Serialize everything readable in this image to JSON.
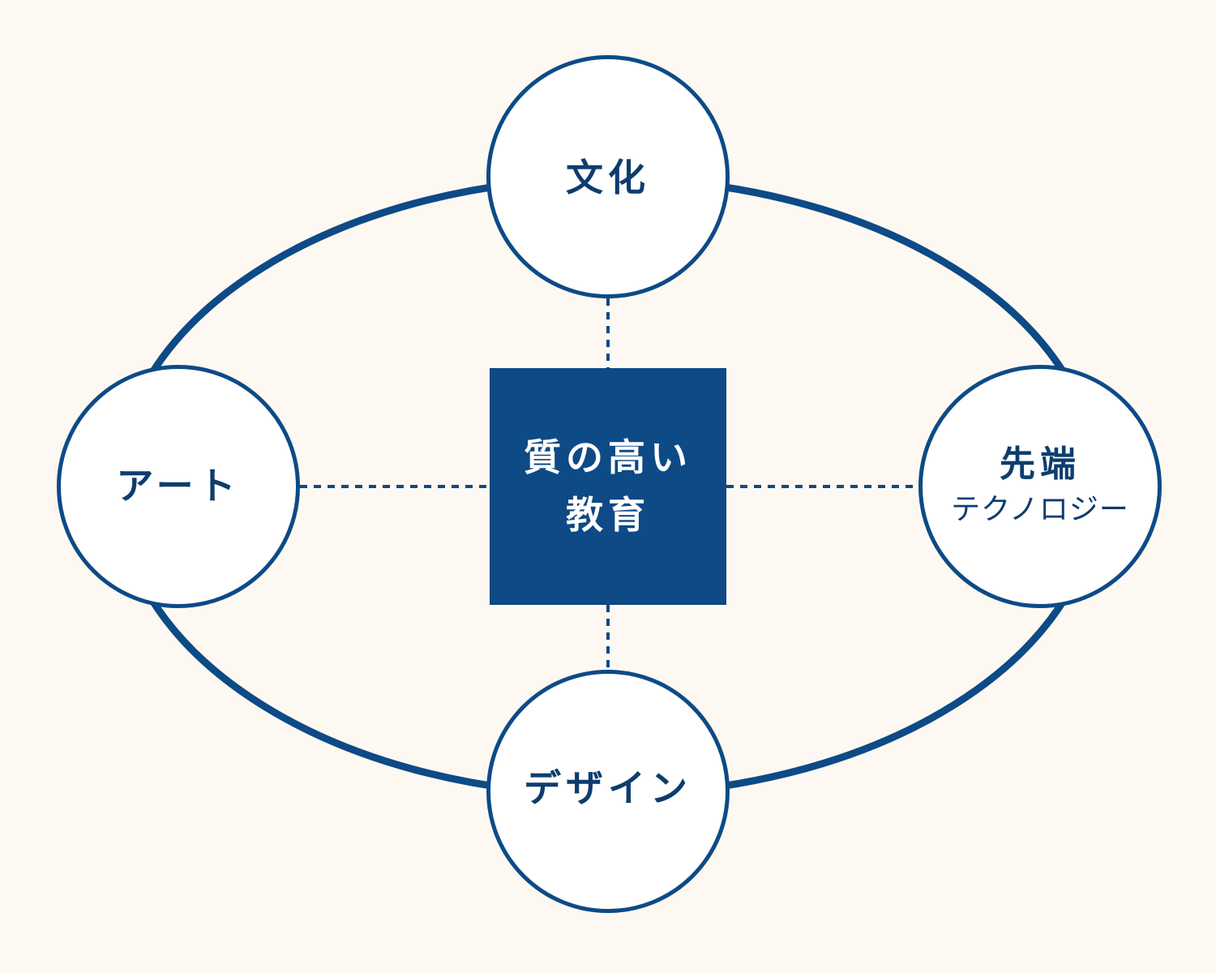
{
  "colors": {
    "background": "#fdf9f2",
    "primary": "#0d4a86",
    "node_fill": "#ffffff",
    "text_dark": "#0d3d6e",
    "text_light": "#ffffff"
  },
  "center": {
    "line1": "質の高い",
    "line2": "教育"
  },
  "nodes": {
    "culture": {
      "label": "文化"
    },
    "art": {
      "label": "アート"
    },
    "tech": {
      "label": "先端",
      "sublabel": "テクノロジー"
    },
    "design": {
      "label": "デザイン"
    }
  }
}
